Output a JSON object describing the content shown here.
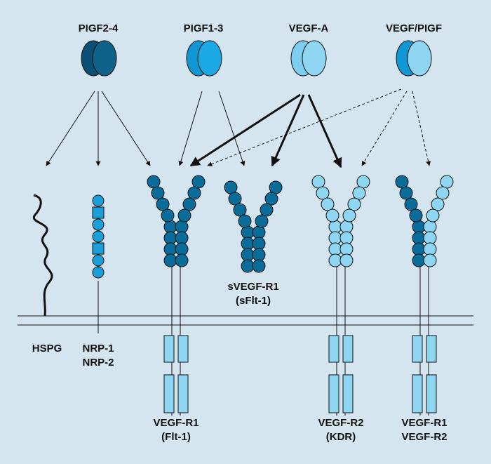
{
  "ligands": [
    {
      "label": "PIGF2-4",
      "left_color": "#0a4f74",
      "right_color": "#0f6389"
    },
    {
      "label": "PIGF1-3",
      "left_color": "#1197d2",
      "right_color": "#1aa9e4"
    },
    {
      "label": "VEGF-A",
      "left_color": "#7ccdee",
      "right_color": "#8fd6f3"
    },
    {
      "label": "VEGF/PIGF",
      "left_color": "#1197d2",
      "right_color": "#8fd6f3"
    }
  ],
  "receptors": [
    {
      "label_line1": "HSPG",
      "label_line2": ""
    },
    {
      "label_line1": "NRP-1",
      "label_line2": "NRP-2"
    },
    {
      "label_line1": "VEGF-R1",
      "label_line2": "(Flt-1)"
    },
    {
      "label_line1": "sVEGF-R1",
      "label_line2": "(sFlt-1)"
    },
    {
      "label_line1": "VEGF-R2",
      "label_line2": "(KDR)"
    },
    {
      "label_line1": "VEGF-R1",
      "label_line2": "VEGF-R2"
    }
  ],
  "colors": {
    "background": "#d5e5ef",
    "dark_blue": "#0a6c98",
    "medium_blue": "#1a9fd8",
    "light_blue": "#8fd6f3",
    "outline": "#111111"
  }
}
